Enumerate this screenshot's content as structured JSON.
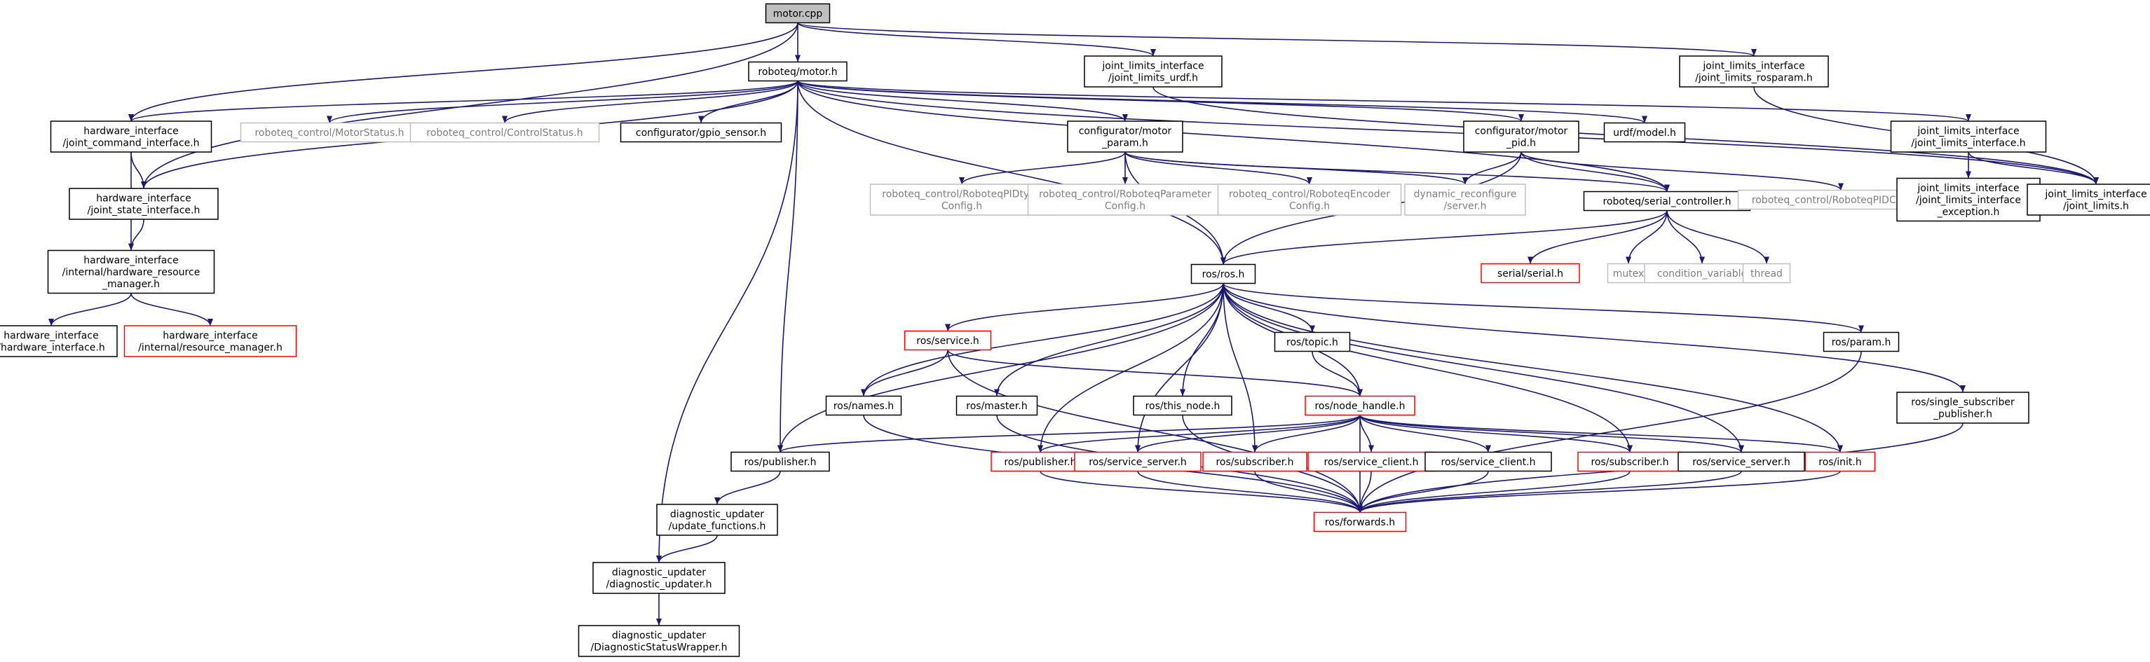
{
  "colors": {
    "edge": "#191970",
    "node_border": "#000000",
    "node_text": "#000000",
    "ext_border": "#bfbfbf",
    "ext_text": "#7f7f7f",
    "missing_border": "#ff0000",
    "root_fill": "#bfbfbf",
    "node_fill": "#ffffff"
  },
  "nodes": [
    {
      "id": "motor_cpp",
      "lines": [
        "motor.cpp"
      ],
      "kind": "root"
    },
    {
      "id": "roboteq_motor",
      "lines": [
        "roboteq/motor.h"
      ],
      "kind": "normal"
    },
    {
      "id": "jl_urdf",
      "lines": [
        "joint_limits_interface",
        "/joint_limits_urdf.h"
      ],
      "kind": "normal"
    },
    {
      "id": "jl_rosparam",
      "lines": [
        "joint_limits_interface",
        "/joint_limits_rosparam.h"
      ],
      "kind": "normal"
    },
    {
      "id": "hi_jci",
      "lines": [
        "hardware_interface",
        "/joint_command_interface.h"
      ],
      "kind": "normal"
    },
    {
      "id": "rc_motorstatus",
      "lines": [
        "roboteq_control/MotorStatus.h"
      ],
      "kind": "ext"
    },
    {
      "id": "rc_controlstatus",
      "lines": [
        "roboteq_control/ControlStatus.h"
      ],
      "kind": "ext"
    },
    {
      "id": "gpio_sensor",
      "lines": [
        "configurator/gpio_sensor.h"
      ],
      "kind": "normal"
    },
    {
      "id": "motor_param",
      "lines": [
        "configurator/motor",
        "_param.h"
      ],
      "kind": "normal"
    },
    {
      "id": "motor_pid",
      "lines": [
        "configurator/motor",
        "_pid.h"
      ],
      "kind": "normal"
    },
    {
      "id": "urdf_model",
      "lines": [
        "urdf/model.h"
      ],
      "kind": "normal"
    },
    {
      "id": "jl_interface",
      "lines": [
        "joint_limits_interface",
        "/joint_limits_interface.h"
      ],
      "kind": "normal"
    },
    {
      "id": "hi_jsi",
      "lines": [
        "hardware_interface",
        "/joint_state_interface.h"
      ],
      "kind": "normal"
    },
    {
      "id": "rc_pidtype",
      "lines": [
        "roboteq_control/RoboteqPIDtype",
        "Config.h"
      ],
      "kind": "ext"
    },
    {
      "id": "rc_param",
      "lines": [
        "roboteq_control/RoboteqParameter",
        "Config.h"
      ],
      "kind": "ext"
    },
    {
      "id": "rc_encoder",
      "lines": [
        "roboteq_control/RoboteqEncoder",
        "Config.h"
      ],
      "kind": "ext"
    },
    {
      "id": "dyn_reconf",
      "lines": [
        "dynamic_reconfigure",
        "/server.h"
      ],
      "kind": "ext"
    },
    {
      "id": "serial_ctrl",
      "lines": [
        "roboteq/serial_controller.h"
      ],
      "kind": "normal"
    },
    {
      "id": "rc_pidconfig",
      "lines": [
        "roboteq_control/RoboteqPIDConfig.h"
      ],
      "kind": "ext"
    },
    {
      "id": "jl_exception",
      "lines": [
        "joint_limits_interface",
        "/joint_limits_interface",
        "_exception.h"
      ],
      "kind": "normal"
    },
    {
      "id": "jl_limits",
      "lines": [
        "joint_limits_interface",
        "/joint_limits.h"
      ],
      "kind": "normal"
    },
    {
      "id": "hi_hrm",
      "lines": [
        "hardware_interface",
        "/internal/hardware_resource",
        "_manager.h"
      ],
      "kind": "normal"
    },
    {
      "id": "ros_ros",
      "lines": [
        "ros/ros.h"
      ],
      "kind": "normal"
    },
    {
      "id": "serial_serial",
      "lines": [
        "serial/serial.h"
      ],
      "kind": "missing"
    },
    {
      "id": "mutex",
      "lines": [
        "mutex"
      ],
      "kind": "ext"
    },
    {
      "id": "cond_var",
      "lines": [
        "condition_variable"
      ],
      "kind": "ext"
    },
    {
      "id": "thread",
      "lines": [
        "thread"
      ],
      "kind": "ext"
    },
    {
      "id": "hi_hi",
      "lines": [
        "hardware_interface",
        "/hardware_interface.h"
      ],
      "kind": "normal"
    },
    {
      "id": "hi_rm",
      "lines": [
        "hardware_interface",
        "/internal/resource_manager.h"
      ],
      "kind": "missing"
    },
    {
      "id": "ros_service",
      "lines": [
        "ros/service.h"
      ],
      "kind": "missing"
    },
    {
      "id": "ros_topic",
      "lines": [
        "ros/topic.h"
      ],
      "kind": "normal"
    },
    {
      "id": "ros_param",
      "lines": [
        "ros/param.h"
      ],
      "kind": "normal"
    },
    {
      "id": "ros_names",
      "lines": [
        "ros/names.h"
      ],
      "kind": "normal"
    },
    {
      "id": "ros_master",
      "lines": [
        "ros/master.h"
      ],
      "kind": "normal"
    },
    {
      "id": "ros_this_node",
      "lines": [
        "ros/this_node.h"
      ],
      "kind": "normal"
    },
    {
      "id": "ros_node_handle",
      "lines": [
        "ros/node_handle.h"
      ],
      "kind": "missing"
    },
    {
      "id": "ros_ssp",
      "lines": [
        "ros/single_subscriber",
        "_publisher.h"
      ],
      "kind": "normal"
    },
    {
      "id": "ros_publisher_b",
      "lines": [
        "ros/publisher.h"
      ],
      "kind": "normal"
    },
    {
      "id": "ros_publisher_r",
      "lines": [
        "ros/publisher.h"
      ],
      "kind": "missing"
    },
    {
      "id": "ros_service_server_r",
      "lines": [
        "ros/service_server.h"
      ],
      "kind": "missing"
    },
    {
      "id": "ros_subscriber_r1",
      "lines": [
        "ros/subscriber.h"
      ],
      "kind": "missing"
    },
    {
      "id": "ros_service_client_r",
      "lines": [
        "ros/service_client.h"
      ],
      "kind": "missing"
    },
    {
      "id": "ros_service_client_b",
      "lines": [
        "ros/service_client.h"
      ],
      "kind": "normal"
    },
    {
      "id": "ros_subscriber_r2",
      "lines": [
        "ros/subscriber.h"
      ],
      "kind": "missing"
    },
    {
      "id": "ros_service_server_b",
      "lines": [
        "ros/service_server.h"
      ],
      "kind": "normal"
    },
    {
      "id": "ros_init",
      "lines": [
        "ros/init.h"
      ],
      "kind": "missing"
    },
    {
      "id": "diag_update_fn",
      "lines": [
        "diagnostic_updater",
        "/update_functions.h"
      ],
      "kind": "normal"
    },
    {
      "id": "ros_forwards",
      "lines": [
        "ros/forwards.h"
      ],
      "kind": "missing"
    },
    {
      "id": "diag_updater",
      "lines": [
        "diagnostic_updater",
        "/diagnostic_updater.h"
      ],
      "kind": "normal"
    },
    {
      "id": "diag_wrapper",
      "lines": [
        "diagnostic_updater",
        "/DiagnosticStatusWrapper.h"
      ],
      "kind": "normal"
    }
  ],
  "edges": [
    [
      "motor_cpp",
      "roboteq_motor"
    ],
    [
      "motor_cpp",
      "jl_urdf"
    ],
    [
      "motor_cpp",
      "jl_rosparam"
    ],
    [
      "motor_cpp",
      "hi_jci"
    ],
    [
      "motor_cpp",
      "hi_jsi"
    ],
    [
      "roboteq_motor",
      "hi_jci"
    ],
    [
      "roboteq_motor",
      "rc_motorstatus"
    ],
    [
      "roboteq_motor",
      "rc_controlstatus"
    ],
    [
      "roboteq_motor",
      "gpio_sensor"
    ],
    [
      "roboteq_motor",
      "motor_param"
    ],
    [
      "roboteq_motor",
      "motor_pid"
    ],
    [
      "roboteq_motor",
      "urdf_model"
    ],
    [
      "roboteq_motor",
      "jl_interface"
    ],
    [
      "roboteq_motor",
      "hi_jsi"
    ],
    [
      "roboteq_motor",
      "serial_ctrl"
    ],
    [
      "roboteq_motor",
      "ros_ros"
    ],
    [
      "roboteq_motor",
      "ros_publisher_b"
    ],
    [
      "roboteq_motor",
      "diag_updater"
    ],
    [
      "roboteq_motor",
      "jl_limits"
    ],
    [
      "jl_urdf",
      "jl_limits"
    ],
    [
      "jl_rosparam",
      "jl_limits"
    ],
    [
      "hi_jci",
      "hi_jsi"
    ],
    [
      "hi_jci",
      "hi_hrm"
    ],
    [
      "hi_jsi",
      "hi_hrm"
    ],
    [
      "hi_hrm",
      "hi_hi"
    ],
    [
      "hi_hrm",
      "hi_rm"
    ],
    [
      "motor_param",
      "rc_pidtype"
    ],
    [
      "motor_param",
      "rc_param"
    ],
    [
      "motor_param",
      "rc_encoder"
    ],
    [
      "motor_param",
      "dyn_reconf"
    ],
    [
      "motor_param",
      "serial_ctrl"
    ],
    [
      "motor_param",
      "ros_ros"
    ],
    [
      "motor_pid",
      "dyn_reconf"
    ],
    [
      "motor_pid",
      "serial_ctrl"
    ],
    [
      "motor_pid",
      "rc_pidconfig"
    ],
    [
      "motor_pid",
      "ros_ros"
    ],
    [
      "jl_interface",
      "jl_exception"
    ],
    [
      "jl_interface",
      "jl_limits"
    ],
    [
      "serial_ctrl",
      "ros_ros"
    ],
    [
      "serial_ctrl",
      "serial_serial"
    ],
    [
      "serial_ctrl",
      "mutex"
    ],
    [
      "serial_ctrl",
      "cond_var"
    ],
    [
      "serial_ctrl",
      "thread"
    ],
    [
      "ros_ros",
      "ros_service"
    ],
    [
      "ros_ros",
      "ros_topic"
    ],
    [
      "ros_ros",
      "ros_param"
    ],
    [
      "ros_ros",
      "ros_names"
    ],
    [
      "ros_ros",
      "ros_master"
    ],
    [
      "ros_ros",
      "ros_this_node"
    ],
    [
      "ros_ros",
      "ros_node_handle"
    ],
    [
      "ros_ros",
      "ros_ssp"
    ],
    [
      "ros_ros",
      "ros_publisher_b"
    ],
    [
      "ros_ros",
      "ros_publisher_r"
    ],
    [
      "ros_ros",
      "ros_service_server_r"
    ],
    [
      "ros_ros",
      "ros_subscriber_r1"
    ],
    [
      "ros_ros",
      "ros_subscriber_r2"
    ],
    [
      "ros_ros",
      "ros_service_server_b"
    ],
    [
      "ros_ros",
      "ros_init"
    ],
    [
      "ros_service",
      "ros_names"
    ],
    [
      "ros_service",
      "ros_node_handle"
    ],
    [
      "ros_service",
      "ros_forwards"
    ],
    [
      "ros_topic",
      "ros_node_handle"
    ],
    [
      "ros_param",
      "ros_forwards"
    ],
    [
      "ros_names",
      "ros_forwards"
    ],
    [
      "ros_master",
      "ros_forwards"
    ],
    [
      "ros_this_node",
      "ros_forwards"
    ],
    [
      "ros_ssp",
      "ros_forwards"
    ],
    [
      "ros_node_handle",
      "ros_publisher_b"
    ],
    [
      "ros_node_handle",
      "ros_publisher_r"
    ],
    [
      "ros_node_handle",
      "ros_service_server_r"
    ],
    [
      "ros_node_handle",
      "ros_subscriber_r1"
    ],
    [
      "ros_node_handle",
      "ros_service_client_r"
    ],
    [
      "ros_node_handle",
      "ros_service_client_b"
    ],
    [
      "ros_node_handle",
      "ros_subscriber_r2"
    ],
    [
      "ros_node_handle",
      "ros_service_server_b"
    ],
    [
      "ros_node_handle",
      "ros_init"
    ],
    [
      "ros_node_handle",
      "ros_forwards"
    ],
    [
      "ros_publisher_b",
      "diag_update_fn"
    ],
    [
      "ros_publisher_r",
      "ros_forwards"
    ],
    [
      "ros_service_server_r",
      "ros_forwards"
    ],
    [
      "ros_subscriber_r1",
      "ros_forwards"
    ],
    [
      "ros_service_client_r",
      "ros_forwards"
    ],
    [
      "ros_service_client_b",
      "ros_forwards"
    ],
    [
      "ros_subscriber_r2",
      "ros_forwards"
    ],
    [
      "ros_service_server_b",
      "ros_forwards"
    ],
    [
      "ros_init",
      "ros_forwards"
    ],
    [
      "diag_update_fn",
      "diag_updater"
    ],
    [
      "diag_updater",
      "diag_wrapper"
    ]
  ]
}
